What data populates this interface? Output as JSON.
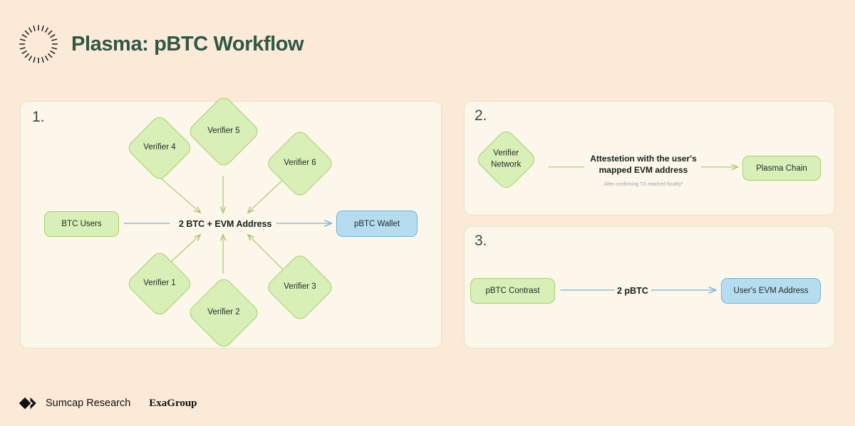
{
  "header": {
    "title": "Plasma: pBTC Workflow",
    "logo_icon": "sunburst-circle-icon"
  },
  "panels": [
    {
      "number": "1.",
      "verifiers": [
        {
          "label": "Verifier 4"
        },
        {
          "label": "Verifier 5"
        },
        {
          "label": "Verifier 6"
        },
        {
          "label": "Verifier 1"
        },
        {
          "label": "Verifier 2"
        },
        {
          "label": "Verifier 3"
        }
      ],
      "source": "BTC Users",
      "center": "2 BTC + EVM Address",
      "target": "pBTC Wallet"
    },
    {
      "number": "2.",
      "source": "Verifier\nNetwork",
      "edge_label": "Attestetion with the user's\nmapped EVM address",
      "edge_sublabel": "After confirming TX reached finality*",
      "target": "Plasma Chain"
    },
    {
      "number": "3.",
      "source": "pBTC Contrast",
      "edge_label": "2 pBTC",
      "target": "User's EVM Address"
    }
  ],
  "footer": {
    "mark_icon": "diamond-arrow-icon",
    "brand_primary": "Sumcap Research",
    "brand_secondary": "ExaGroup"
  },
  "colors": {
    "page_background": "#fbead7",
    "panel_background": "#fdf6ea",
    "panel_border": "#e2e5c8",
    "green_fill": "#d9efb8",
    "green_border": "#a3d16f",
    "blue_fill": "#b6ddef",
    "blue_border": "#6cb6d8",
    "title_green": "#2f5745",
    "arrow_green": "#a8c96f",
    "arrow_blue": "#7fbcd8"
  }
}
